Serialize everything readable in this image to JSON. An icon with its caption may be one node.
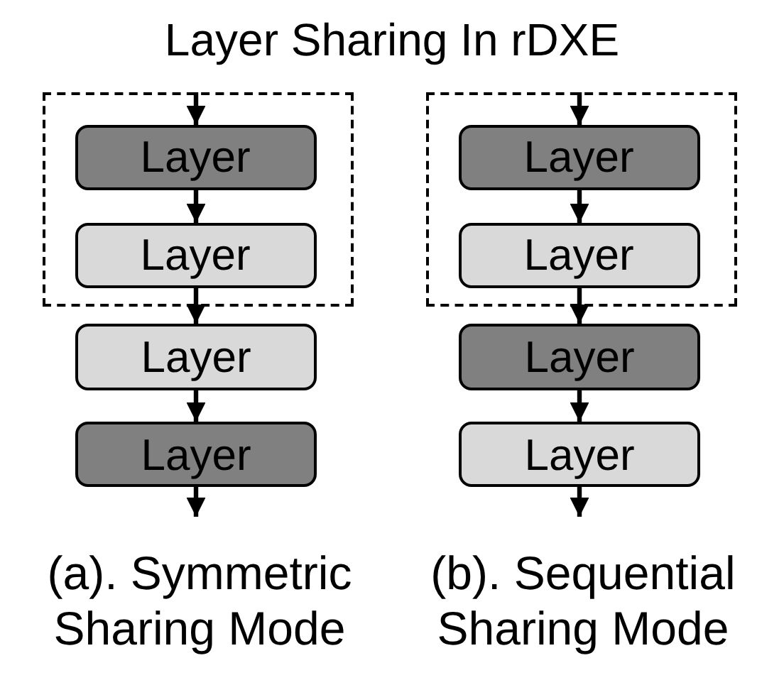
{
  "diagram": {
    "title": "Layer Sharing In rDXE",
    "nodes": [
      {
        "text": [],
        "shape": "box"
      },
      {
        "text": [
          "Layer"
        ],
        "in": 0
      },
      {
        "text": [
          "Layer"
        ],
        "in": 0
      },
      {
        "text": [
          "Layer"
        ]
      },
      {
        "text": [
          "Layer"
        ]
      },
      {
        "text": [],
        "shape": "box"
      },
      {
        "text": [
          "Layer"
        ],
        "in": 5
      },
      {
        "text": [
          "Layer"
        ],
        "in": 5
      },
      {
        "text": [
          "Layer"
        ]
      },
      {
        "text": [
          "Layer"
        ]
      }
    ],
    "edges": [
      {
        "from": null,
        "to": 1,
        "arrow": "to"
      },
      {
        "from": 1,
        "to": 2,
        "arrow": "to"
      },
      {
        "from": 2,
        "to": 3,
        "arrow": "to"
      },
      {
        "from": 3,
        "to": 4,
        "arrow": "to"
      },
      {
        "from": 4,
        "to": null,
        "arrow": "to"
      },
      {
        "from": null,
        "to": 6,
        "arrow": "to"
      },
      {
        "from": 6,
        "to": 7,
        "arrow": "to"
      },
      {
        "from": 7,
        "to": 8,
        "arrow": "to"
      },
      {
        "from": 8,
        "to": 9,
        "arrow": "to"
      },
      {
        "from": 9,
        "to": null,
        "arrow": "to"
      }
    ],
    "labels": [
      "(a). Symmetric Sharing Mode",
      "(b). Sequential Sharing Mode"
    ]
  }
}
